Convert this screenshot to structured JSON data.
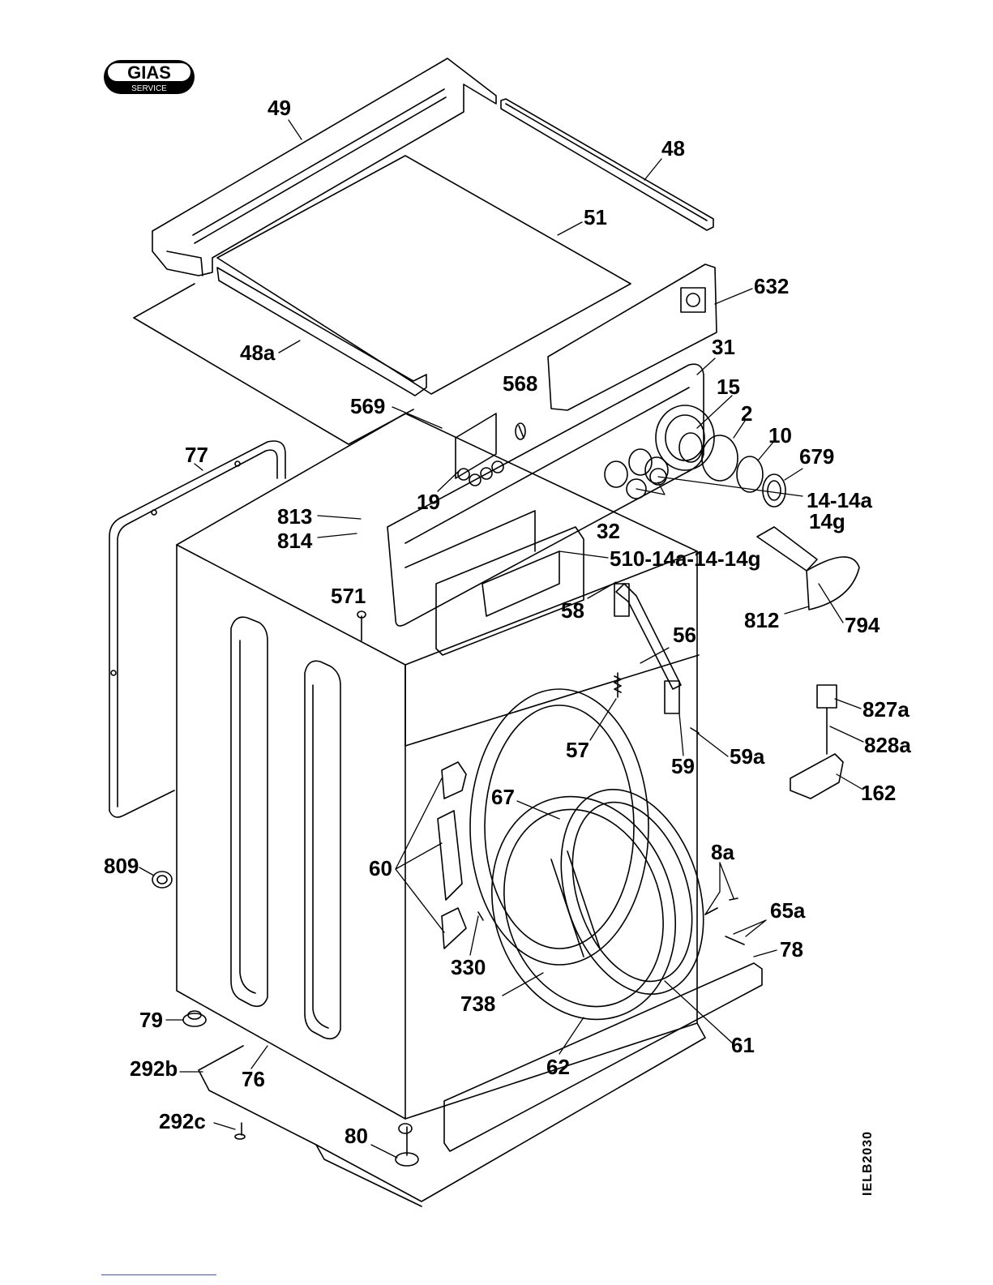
{
  "logo": {
    "brand": "GIAS",
    "subtitle": "SERVICE"
  },
  "doc_code": "IELB2030",
  "parts": [
    {
      "id": "49",
      "text": "49"
    },
    {
      "id": "48",
      "text": "48"
    },
    {
      "id": "51",
      "text": "51"
    },
    {
      "id": "632",
      "text": "632"
    },
    {
      "id": "48a",
      "text": "48a"
    },
    {
      "id": "31",
      "text": "31"
    },
    {
      "id": "15",
      "text": "15"
    },
    {
      "id": "568",
      "text": "568"
    },
    {
      "id": "2",
      "text": "2"
    },
    {
      "id": "569",
      "text": "569"
    },
    {
      "id": "10",
      "text": "10"
    },
    {
      "id": "679",
      "text": "679"
    },
    {
      "id": "77",
      "text": "77"
    },
    {
      "id": "19",
      "text": "19"
    },
    {
      "id": "14-14a",
      "text": "14-14a"
    },
    {
      "id": "14g",
      "text": "14g"
    },
    {
      "id": "813",
      "text": "813"
    },
    {
      "id": "32",
      "text": "32"
    },
    {
      "id": "814",
      "text": "814"
    },
    {
      "id": "510-14a-14-14g",
      "text": "510-14a-14-14g"
    },
    {
      "id": "571",
      "text": "571"
    },
    {
      "id": "58",
      "text": "58"
    },
    {
      "id": "812",
      "text": "812"
    },
    {
      "id": "794",
      "text": "794"
    },
    {
      "id": "56",
      "text": "56"
    },
    {
      "id": "827a",
      "text": "827a"
    },
    {
      "id": "828a",
      "text": "828a"
    },
    {
      "id": "57",
      "text": "57"
    },
    {
      "id": "59a",
      "text": "59a"
    },
    {
      "id": "59",
      "text": "59"
    },
    {
      "id": "162",
      "text": "162"
    },
    {
      "id": "67",
      "text": "67"
    },
    {
      "id": "8a",
      "text": "8a"
    },
    {
      "id": "809",
      "text": "809"
    },
    {
      "id": "60",
      "text": "60"
    },
    {
      "id": "65a",
      "text": "65a"
    },
    {
      "id": "78",
      "text": "78"
    },
    {
      "id": "330",
      "text": "330"
    },
    {
      "id": "738",
      "text": "738"
    },
    {
      "id": "79",
      "text": "79"
    },
    {
      "id": "61",
      "text": "61"
    },
    {
      "id": "292b",
      "text": "292b"
    },
    {
      "id": "76",
      "text": "76"
    },
    {
      "id": "62",
      "text": "62"
    },
    {
      "id": "292c",
      "text": "292c"
    },
    {
      "id": "80",
      "text": "80"
    }
  ]
}
